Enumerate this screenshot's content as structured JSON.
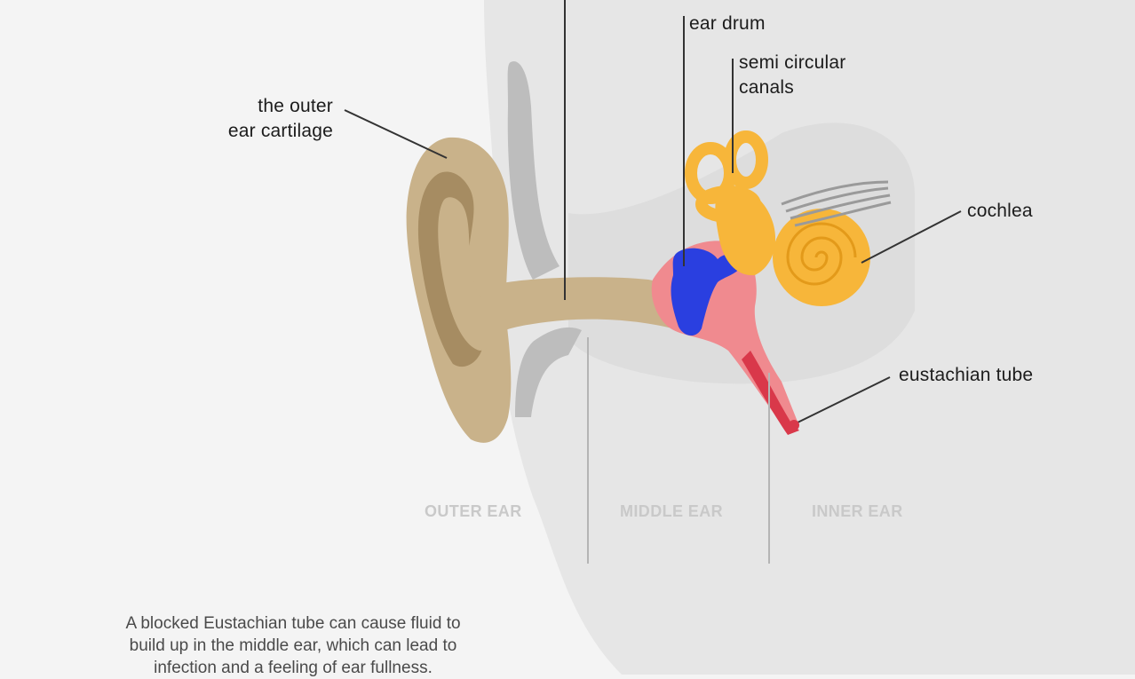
{
  "labels": {
    "outer_cartilage": [
      "the outer",
      "ear cartilage"
    ],
    "ear_drum": "ear drum",
    "semi_circular_canals": [
      "semi circular",
      "canals"
    ],
    "cochlea": "cochlea",
    "eustachian_tube": "eustachian tube"
  },
  "sections": {
    "outer": "OUTER EAR",
    "middle": "MIDDLE EAR",
    "inner": "INNER EAR"
  },
  "caption": [
    "A blocked Eustachian tube can cause fluid to",
    "build up in the middle ear, which can lead to",
    "infection and a feeling of ear fullness."
  ],
  "colors": {
    "background": "#f4f4f4",
    "head_silhouette": "#e6e6e6",
    "outer_ear": "#c9b28a",
    "outer_ear_shadow": "#a68c62",
    "canal_bone": "#bdbdbd",
    "middle_ear": "#f08a8f",
    "eustachian_tube": "#d9384a",
    "ossicles": "#2a3fe0",
    "inner_ear": "#f7b63a",
    "nerve": "#9a9a9a"
  }
}
